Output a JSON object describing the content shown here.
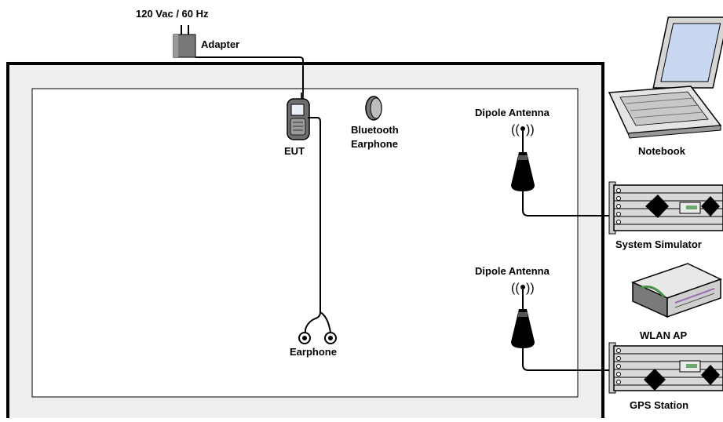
{
  "power": {
    "label": "120 Vac / 60 Hz"
  },
  "adapter": {
    "label": "Adapter"
  },
  "eut": {
    "label": "EUT"
  },
  "bluetooth_earphone": {
    "line1": "Bluetooth",
    "line2": "Earphone"
  },
  "earphone": {
    "label": "Earphone"
  },
  "antenna_top": {
    "label": "Dipole Antenna"
  },
  "antenna_bottom": {
    "label": "Dipole Antenna"
  },
  "notebook": {
    "label": "Notebook"
  },
  "system_simulator": {
    "label": "System Simulator"
  },
  "wlan_ap": {
    "label": "WLAN AP"
  },
  "gps_station": {
    "label": "GPS Station"
  },
  "colors": {
    "chamber_outer": "#eeeeee",
    "chamber_inner": "#ffffff",
    "line": "#000000",
    "equipment_body": "#d9d9d9",
    "screen_blue": "#c9d8f0"
  }
}
